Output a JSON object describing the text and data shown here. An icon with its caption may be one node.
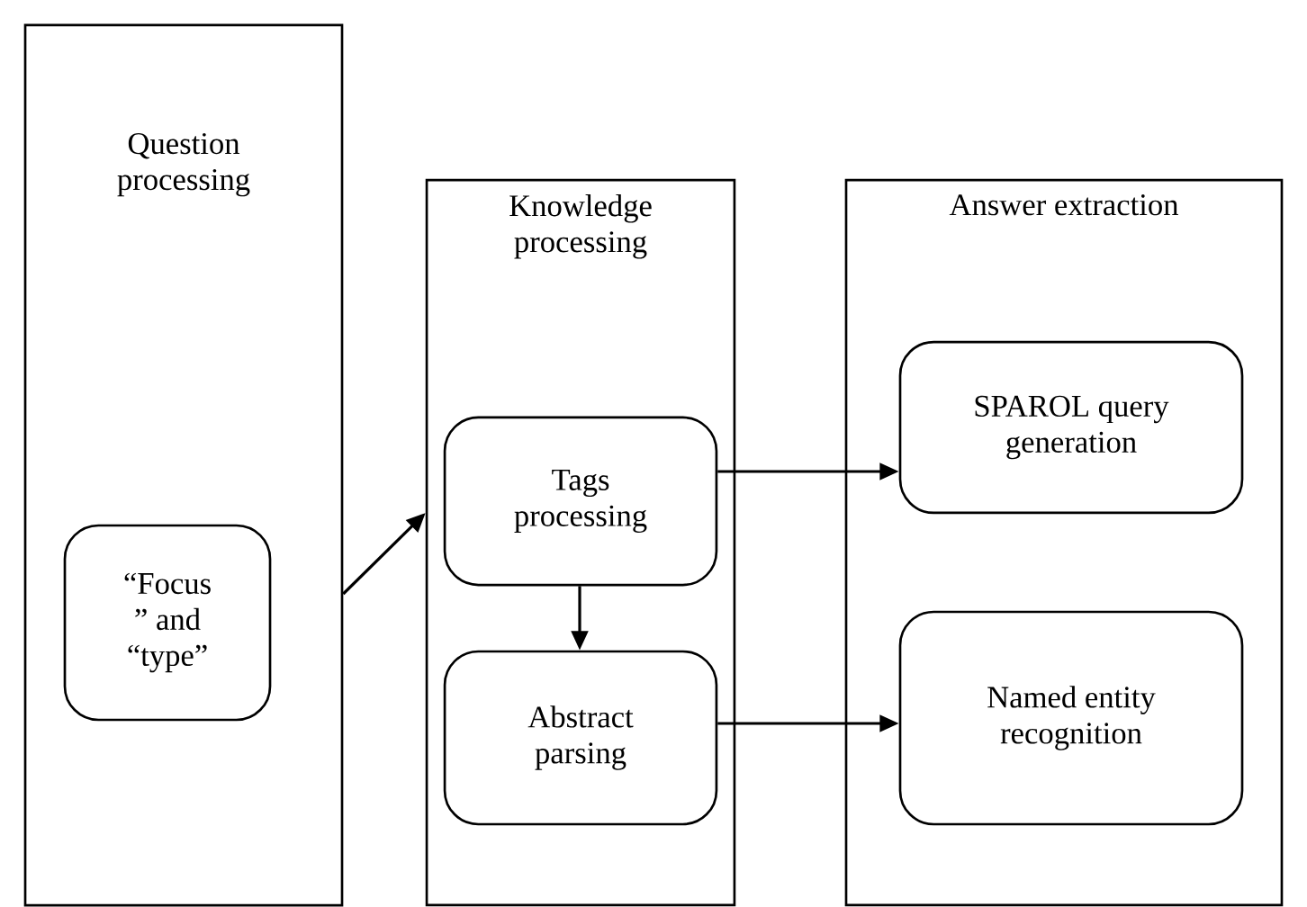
{
  "diagram": {
    "nodes": [
      {
        "text": [
          "Question processing"
        ]
      },
      {
        "text": [
          "“Focus ” and “type”"
        ],
        "in": 0
      },
      {
        "text": [
          "Knowledge processing"
        ]
      },
      {
        "text": [
          "Tags processing"
        ],
        "in": 2
      },
      {
        "text": [
          "Abstract parsing"
        ],
        "in": 2
      },
      {
        "text": [
          "Answer extraction"
        ]
      },
      {
        "text": [
          "SPAROL query generation"
        ],
        "in": 5
      },
      {
        "text": [
          "Named entity recognition"
        ],
        "in": 5
      }
    ],
    "edges": [
      {
        "from": 0,
        "to": 2,
        "arrow": "to"
      },
      {
        "from": 3,
        "to": 6,
        "arrow": "to"
      },
      {
        "from": 3,
        "to": 4,
        "arrow": "to"
      },
      {
        "from": 4,
        "to": 7,
        "arrow": "to"
      }
    ]
  }
}
